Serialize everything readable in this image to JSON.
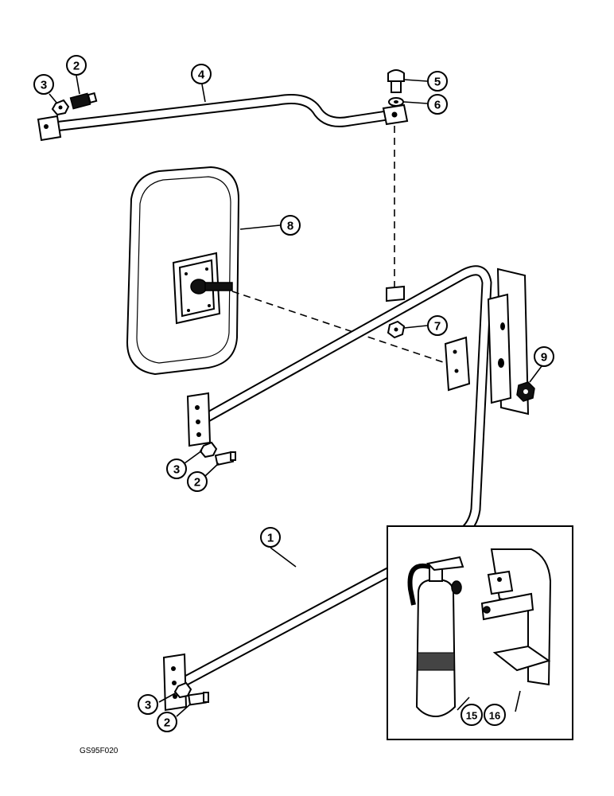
{
  "figure_code": "GS95F020",
  "callouts": {
    "c1": "1",
    "c2a": "2",
    "c2b": "2",
    "c2c": "2",
    "c3a": "3",
    "c3b": "3",
    "c3c": "3",
    "c4": "4",
    "c5": "5",
    "c6": "6",
    "c7": "7",
    "c8": "8",
    "c9": "9",
    "c15": "15",
    "c16": "16"
  }
}
